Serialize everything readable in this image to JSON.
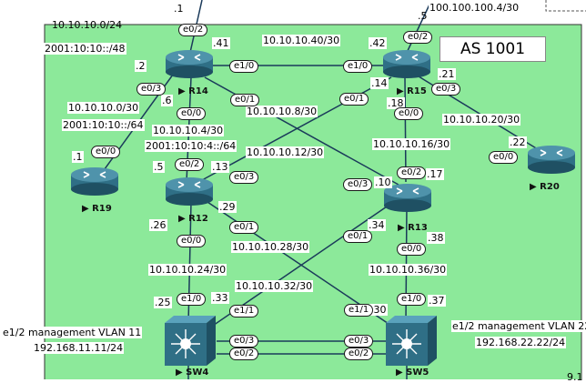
{
  "as_label": "AS 1001",
  "devices": [
    {
      "id": "R14",
      "type": "router",
      "label": "R14"
    },
    {
      "id": "R15",
      "type": "router",
      "label": "R15"
    },
    {
      "id": "R19",
      "type": "router",
      "label": "R19"
    },
    {
      "id": "R12",
      "type": "router",
      "label": "R12"
    },
    {
      "id": "R13",
      "type": "router",
      "label": "R13"
    },
    {
      "id": "R20",
      "type": "router",
      "label": "R20"
    },
    {
      "id": "SW4",
      "type": "switch",
      "label": "SW4"
    },
    {
      "id": "SW5",
      "type": "switch",
      "label": "SW5"
    }
  ],
  "subnets": {
    "s_10_10_10_0_24": "10.10.10.0/24",
    "s_2001_10_10_48": "2001:10:10::/48",
    "s_100_100_100_4_30": "100.100.100.4/30",
    "s_10_10_10_40_30": "10.10.10.40/30",
    "s_10_10_10_0_30": "10.10.10.0/30",
    "s_2001_10_10_64": "2001:10:10::/64",
    "s_10_10_10_8_30": "10.10.10.8/30",
    "s_10_10_10_20_30": "10.10.10.20/30",
    "s_10_10_10_4_30": "10.10.10.4/30",
    "s_2001_10_10_4_64": "2001:10:10:4::/64",
    "s_10_10_10_12_30": "10.10.10.12/30",
    "s_10_10_10_16_30": "10.10.10.16/30",
    "s_10_10_10_28_30": "10.10.10.28/30",
    "s_10_10_10_24_30": "10.10.10.24/30",
    "s_10_10_10_36_30": "10.10.10.36/30",
    "s_10_10_10_32_30": "10.10.10.32/30"
  },
  "hosts": {
    "h_1a": ".1",
    "h_5a": ".5",
    "h_41": ".41",
    "h_42": ".42",
    "h_2": ".2",
    "h_21": ".21",
    "h_6": ".6",
    "h_14": ".14",
    "h_18": ".18",
    "h_1b": ".1",
    "h_22": ".22",
    "h_5b": ".5",
    "h_13": ".13",
    "h_17": ".17",
    "h_10": ".10",
    "h_29": ".29",
    "h_26": ".26",
    "h_34": ".34",
    "h_38": ".38",
    "h_25": ".25",
    "h_33": ".33",
    "h_30": ".30",
    "h_37": ".37",
    "h_9": "9.1"
  },
  "interfaces": {
    "r14_e02": "e0/2",
    "r14_e10": "e1/0",
    "r14_e03": "e0/3",
    "r14_e01": "e0/1",
    "r14_e00": "e0/0",
    "r15_e02": "e0/2",
    "r15_e10": "e1/0",
    "r15_e01": "e0/1",
    "r15_e03": "e0/3",
    "r15_e00": "e0/0",
    "r19_e00": "e0/0",
    "r20_e00": "e0/0",
    "r12_e02": "e0/2",
    "r12_e03": "e0/3",
    "r12_e01": "e0/1",
    "r12_e00": "e0/0",
    "r13_e02": "e0/2",
    "r13_e03": "e0/3",
    "r13_e01": "e0/1",
    "r13_e00": "e0/0",
    "sw4_e10": "e1/0",
    "sw4_e11": "e1/1",
    "sw4_e03": "e0/3",
    "sw4_e02": "e0/2",
    "sw5_e11": "e1/1",
    "sw5_e10": "e1/0",
    "sw5_e03": "e0/3",
    "sw5_e02": "e0/2"
  },
  "management": {
    "sw4_mgmt": "e1/2 management VLAN 11",
    "sw4_ip": "192.168.11.11/24",
    "sw5_mgmt": "e1/2 management VLAN 22",
    "sw5_ip": "192.168.22.22/24"
  },
  "colors": {
    "as_region": "#8ce99a",
    "router": "#2f6f86",
    "switch": "#2f6f86",
    "link": "#1a3a5a"
  }
}
